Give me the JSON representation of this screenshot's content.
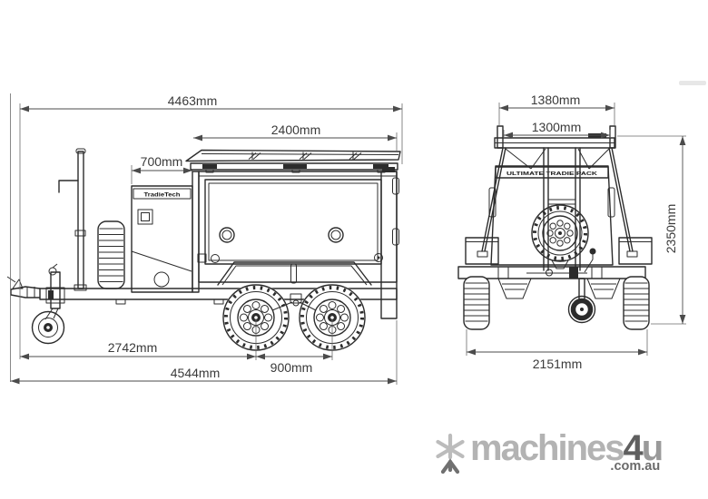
{
  "drawing": {
    "background": "#ffffff",
    "line_color": "#2c2c2c",
    "dimension_line_color": "#4b4b4b",
    "dimension_text_color": "#3a3a3a"
  },
  "side_view": {
    "brand_label": "TradieTech",
    "dimensions": {
      "overall_top": "4463mm",
      "canopy_length": "2400mm",
      "front_box_length": "700mm",
      "hitch_to_first_axle": "2742mm",
      "overall_length": "4544mm",
      "axle_spacing": "900mm"
    }
  },
  "rear_view": {
    "banner_text": "ULTIMATE TRADIE PACK",
    "dimensions": {
      "rack_outer_width": "1380mm",
      "rack_inner_width": "1300mm",
      "overall_height": "2350mm",
      "overall_width": "2151mm"
    }
  },
  "watermark": {
    "brand_part1": "machines",
    "brand_part2": "4",
    "brand_part3": "u",
    "suffix": ".com.au",
    "colors": {
      "part1": "#b3b3b3",
      "part2": "#5f5f5f",
      "part3": "#9a9a9a",
      "suffix": "#6a6a6a",
      "icon_light": "#bcbcbc",
      "icon_dark": "#707070"
    }
  }
}
